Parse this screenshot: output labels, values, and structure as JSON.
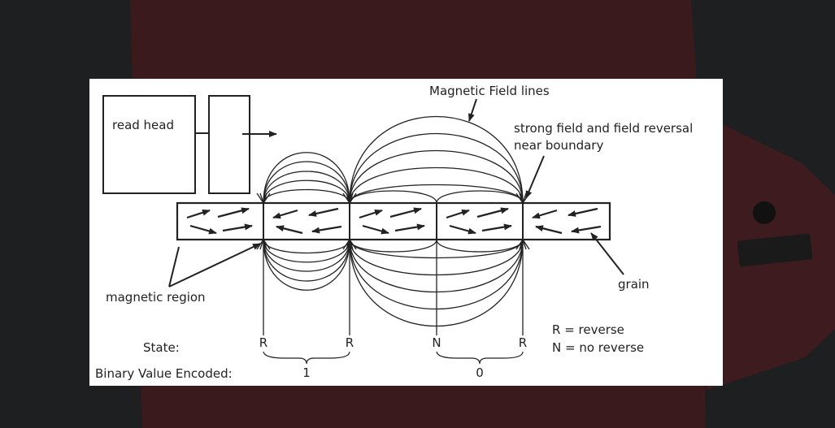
{
  "diagram": {
    "read_head_label": "read head",
    "field_lines_label": "Magnetic Field lines",
    "strong_field_label_line1": "strong field and field reversal",
    "strong_field_label_line2": "near boundary",
    "magnetic_region_label": "magnetic region",
    "grain_label": "grain",
    "state_label": "State:",
    "binary_label": "Binary Value Encoded:",
    "states": [
      "R",
      "R",
      "N",
      "R"
    ],
    "bits": [
      "1",
      "0"
    ],
    "legend_r": "R = reverse",
    "legend_n": "N = no reverse"
  },
  "colors": {
    "background": "#1e1f21",
    "device_body": "#3a1a1c",
    "panel": "#ffffff",
    "ink": "#222222"
  }
}
